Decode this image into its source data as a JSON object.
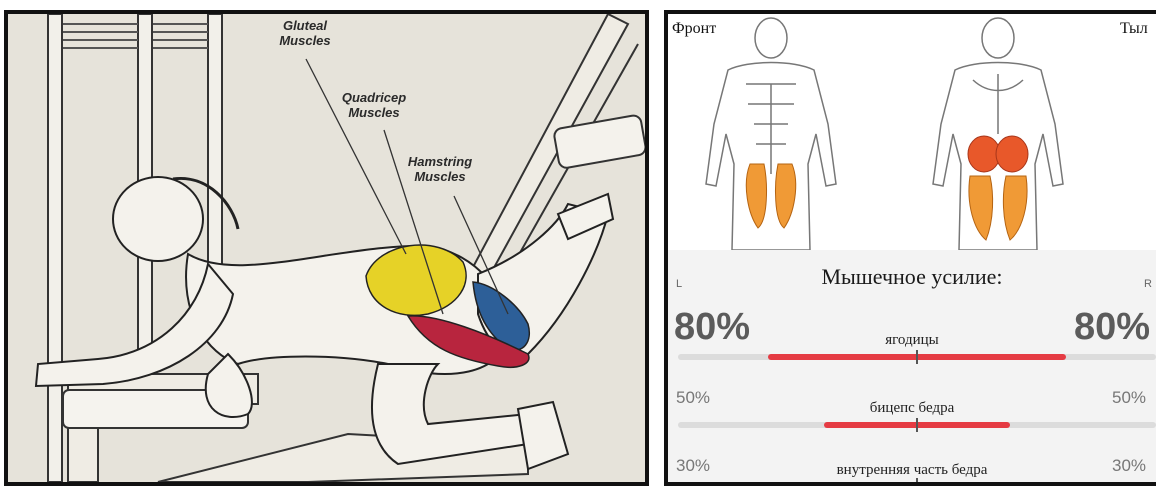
{
  "illustration": {
    "labels": {
      "gluteal": "Gluteal\nMuscles",
      "quadricep": "Quadricep\nMuscles",
      "hamstring": "Hamstring\nMuscles"
    },
    "colors": {
      "gluteal": "#e6d227",
      "quadricep": "#b8253e",
      "hamstring": "#2d5f98"
    }
  },
  "app": {
    "front_label": "Фронт",
    "back_label": "Тыл",
    "effort_title": "Мышечное усилие:",
    "left_letter": "L",
    "right_letter": "R",
    "muscles": [
      {
        "name": "ягодицы",
        "left_pct": "80%",
        "right_pct": "80%",
        "level": 0.8
      },
      {
        "name": "бицепс бедра",
        "left_pct": "50%",
        "right_pct": "50%",
        "level": 0.5
      },
      {
        "name": "внутренняя часть бедра",
        "left_pct": "30%",
        "right_pct": "30%",
        "level": 0.3
      }
    ],
    "colors": {
      "accent": "#e53b43",
      "highlight": "#f09a36"
    }
  }
}
